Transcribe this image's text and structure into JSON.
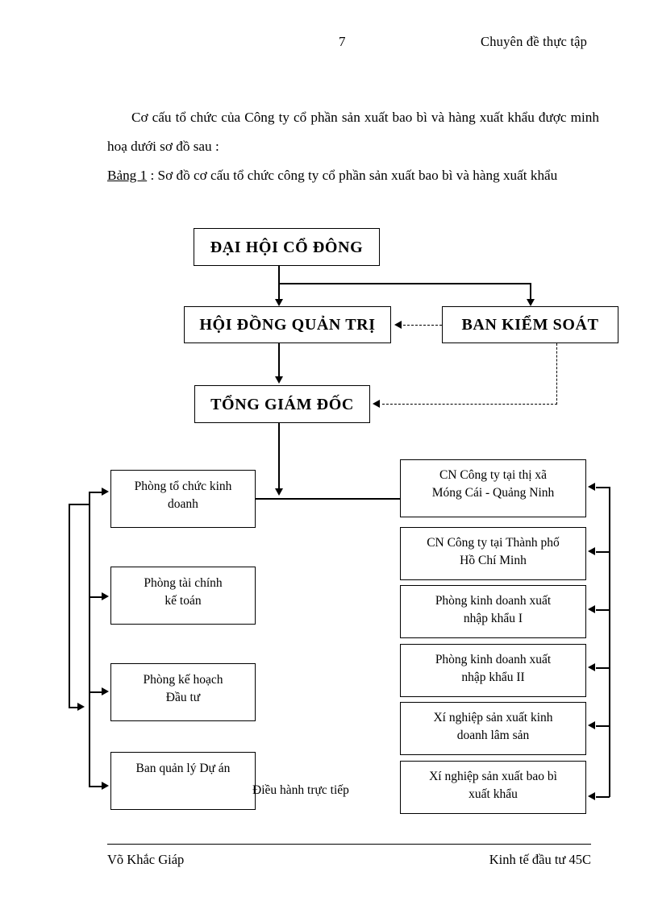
{
  "header": {
    "page_number": "7",
    "title": "Chuyên đề thực tập"
  },
  "body": {
    "paragraph": "Cơ cấu tổ chức của Công ty cổ phần sản xuất bao bì và hàng xuất khẩu được minh hoạ dưới sơ đồ sau :",
    "caption_label": "Bảng 1",
    "caption_text": " : Sơ đồ cơ cấu tổ chức công ty cổ phần sản xuất bao bì và hàng xuất khẩu"
  },
  "diagram": {
    "top_nodes": [
      {
        "id": "dai-hoi-co-dong",
        "label": "ĐẠI HỘI CỔ ĐÔNG"
      },
      {
        "id": "hoi-dong-quan-tri",
        "label": "HỘI ĐỒNG QUẢN TRỊ"
      },
      {
        "id": "ban-kiem-soat",
        "label": "BAN KIỂM SOÁT"
      },
      {
        "id": "tong-giam-doc",
        "label": "TỔNG  GIÁM  ĐỐC"
      }
    ],
    "left_nodes": [
      {
        "id": "phong-to-chuc-kinh-doanh",
        "line1": "Phòng tổ chức   kinh",
        "line2": "doanh"
      },
      {
        "id": "phong-tai-chinh-ke-toan",
        "line1": "Phòng tài chính",
        "line2": "kế toán"
      },
      {
        "id": "phong-ke-hoach-dau-tu",
        "line1": "Phòng kế hoạch",
        "line2": "Đầu tư"
      },
      {
        "id": "ban-quan-ly-du-an",
        "line1": "Ban quản lý  Dự án",
        "line2": ""
      }
    ],
    "right_nodes": [
      {
        "id": "cn-mong-cai",
        "line1": "CN Công ty tại thị xã",
        "line2": "Móng Cái  - Quảng Ninh"
      },
      {
        "id": "cn-ho-chi-minh",
        "line1": "CN Công ty tại Thành phố",
        "line2": "Hồ Chí Minh"
      },
      {
        "id": "phong-kd-xnk-1",
        "line1": "Phòng kinh  doanh xuất",
        "line2": "nhập khẩu I"
      },
      {
        "id": "phong-kd-xnk-2",
        "line1": "Phòng kinh  doanh xuất",
        "line2": "nhập khẩu II"
      },
      {
        "id": "xi-nghiep-lam-san",
        "line1": "Xí nghiệp  sản xuất kinh",
        "line2": "doanh lâm sản"
      },
      {
        "id": "xi-nghiep-bao-bi",
        "line1": "Xí nghiệp sản xuất bao bì",
        "line2": "xuất khẩu"
      }
    ],
    "edge_caption": "Điều hành trực tiếp"
  },
  "footer": {
    "author": "Võ Khắc Giáp",
    "course": "Kinh tế đầu tư 45C"
  }
}
